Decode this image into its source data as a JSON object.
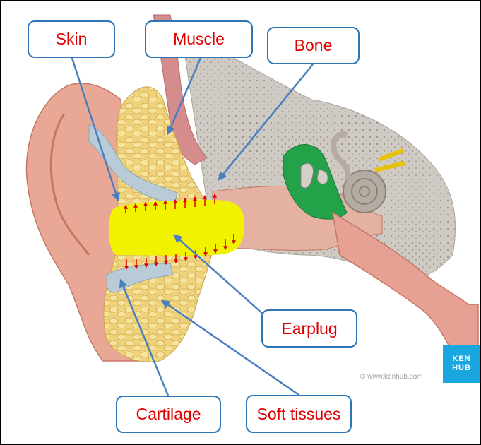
{
  "labels": {
    "skin": "Skin",
    "muscle": "Muscle",
    "bone": "Bone",
    "earplug": "Earplug",
    "cartilage": "Cartilage",
    "soft_tissues": "Soft tissues"
  },
  "logo": {
    "line1": "KEN",
    "line2": "HUB"
  },
  "watermark": "© www.kenhub.com",
  "colors": {
    "label_text": "#e00000",
    "callout_border": "#2e75b6",
    "leader_line": "#4a7fbf",
    "earplug": "#f2f200",
    "pressure_arrow": "#e00000",
    "logo_bg": "#1aa7e0"
  }
}
